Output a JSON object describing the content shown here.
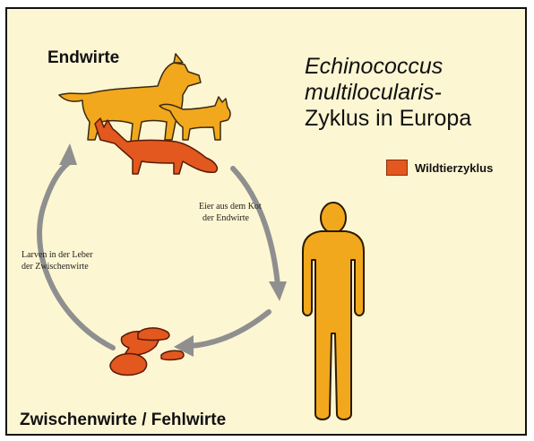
{
  "labels": {
    "definitive_hosts": "Endwirte",
    "intermediate_hosts": "Zwischenwirte / Fehlwirte",
    "eggs_note_line1": "Eier aus dem Kot",
    "eggs_note_line2": "der Endwirte",
    "larvae_note_line1": "Larven in der Leber",
    "larvae_note_line2": "der Zwischenwirte"
  },
  "title": {
    "species_line1": "Echinococcus",
    "species_line2": "multilocularis-",
    "rest": "Zyklus in Europa"
  },
  "legend": {
    "label": "Wildtierzyklus",
    "color": "#e2581f"
  },
  "colors": {
    "background": "#fdf6d3",
    "domestic_animal": "#f2a81c",
    "wild_animal": "#e2581f",
    "human": "#f2a81c",
    "arrow": "#8f8f8f"
  },
  "icons": [
    "dog-icon",
    "cat-icon",
    "fox-icon",
    "rodent-icon",
    "human-icon"
  ]
}
